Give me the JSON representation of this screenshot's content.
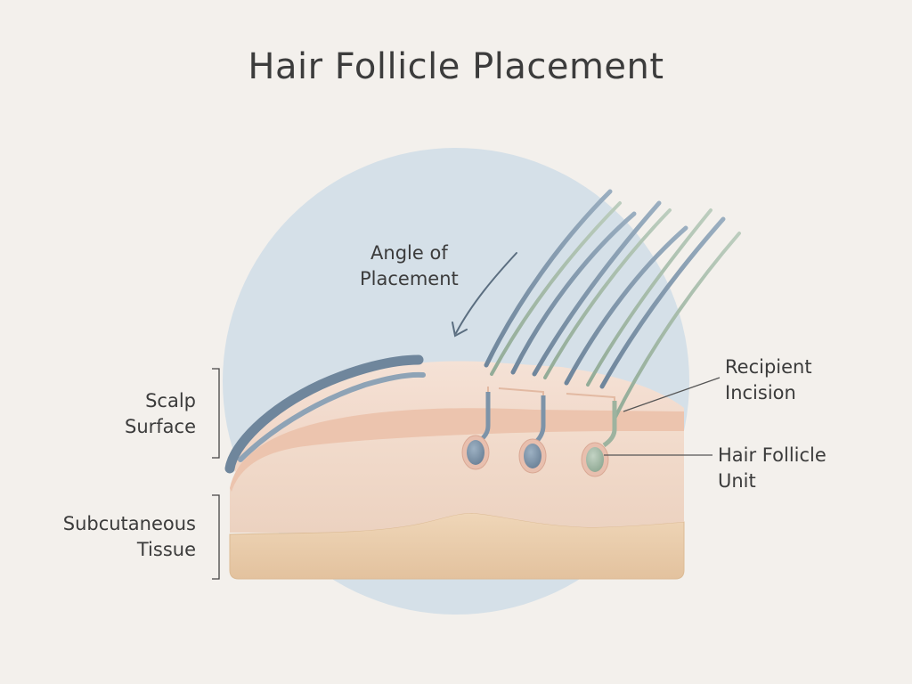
{
  "title": "Hair Follicle Placement",
  "labels": {
    "angle": [
      "Angle of",
      "Placement"
    ],
    "recipient": [
      "Recipient",
      "Incision"
    ],
    "follicle": [
      "Hair Follicle",
      "Unit"
    ],
    "scalp": [
      "Scalp",
      "Surface"
    ],
    "subcutaneous": [
      "Subcutaneous",
      "Tissue"
    ]
  },
  "colors": {
    "background": "#f3f0ec",
    "circle": "#d5e0e8",
    "skin_light": "#f1ddd0",
    "skin_dermis": "#ecc8b4",
    "skin_fat": "#ebcfae",
    "hair_blue": "#7e93a8",
    "hair_green": "#a3b8a6",
    "text": "#3b3b3b"
  }
}
